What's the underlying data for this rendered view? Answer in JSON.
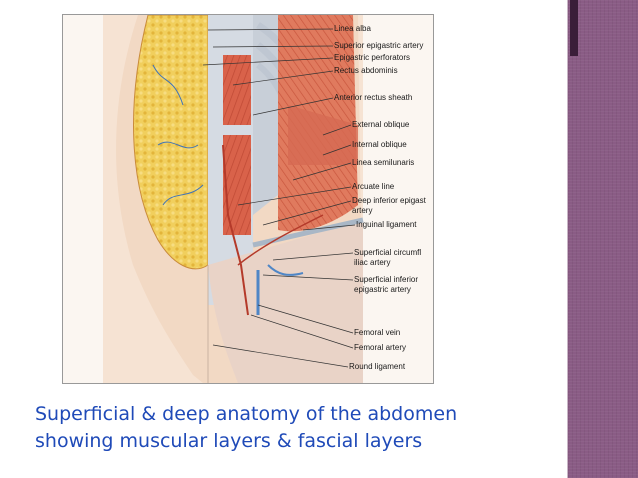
{
  "slide": {
    "caption_line1": "Superficial & deep anatomy of the abdomen",
    "caption_line2": "showing muscular layers & fascial layers",
    "accent_color": "#8a5c85",
    "caption_color": "#1f4ab8"
  },
  "figure": {
    "labels": {
      "linea_alba": "Linea alba",
      "superior_epigastric_artery": "Superior epigastric artery",
      "epigastric_perforators": "Epigastric perforators",
      "rectus_abdominis": "Rectus abdominis",
      "anterior_rectus_sheath": "Anterior rectus sheath",
      "external_oblique": "External oblique",
      "internal_oblique": "Internal oblique",
      "linea_semilunaris": "Linea semilunaris",
      "arcuate_line": "Arcuate line",
      "deep_inferior_epigastric_1": "Deep inferior epigast",
      "deep_inferior_epigastric_2": "artery",
      "inguinal_ligament": "Inguinal ligament",
      "superficial_circumflex_1": "Superficial circumfl",
      "superficial_circumflex_2": "iliac artery",
      "superficial_inferior_1": "Superficial inferior",
      "superficial_inferior_2": "epigastric artery",
      "femoral_vein": "Femoral vein",
      "femoral_artery": "Femoral artery",
      "round_ligament": "Round ligament"
    }
  }
}
